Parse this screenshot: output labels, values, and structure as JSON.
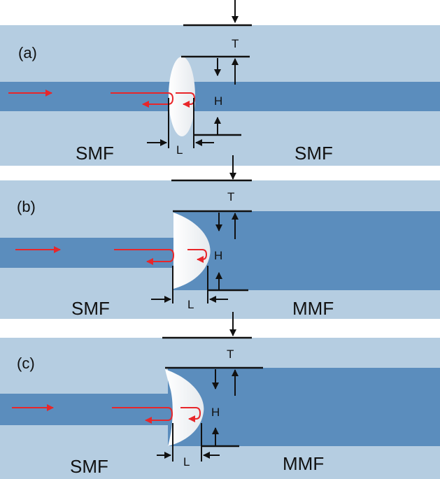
{
  "colors": {
    "cladding": "#b5cde1",
    "core": "#5b8dbd",
    "cavity": "#f4f6f8",
    "arrow_red": "#e8262a",
    "line_black": "#111111"
  },
  "panels": [
    {
      "label": "(a)",
      "left_fiber": "SMF",
      "right_fiber": "SMF",
      "cavity_shape": "ellipse",
      "dim_T": "T",
      "dim_H": "H",
      "dim_L": "L"
    },
    {
      "label": "(b)",
      "left_fiber": "SMF",
      "right_fiber": "MMF",
      "cavity_shape": "half-ellipse",
      "dim_T": "T",
      "dim_H": "H",
      "dim_L": "L"
    },
    {
      "label": "(c)",
      "left_fiber": "SMF",
      "right_fiber": "MMF",
      "cavity_shape": "crescent",
      "dim_T": "T",
      "dim_H": "H",
      "dim_L": "L"
    }
  ]
}
